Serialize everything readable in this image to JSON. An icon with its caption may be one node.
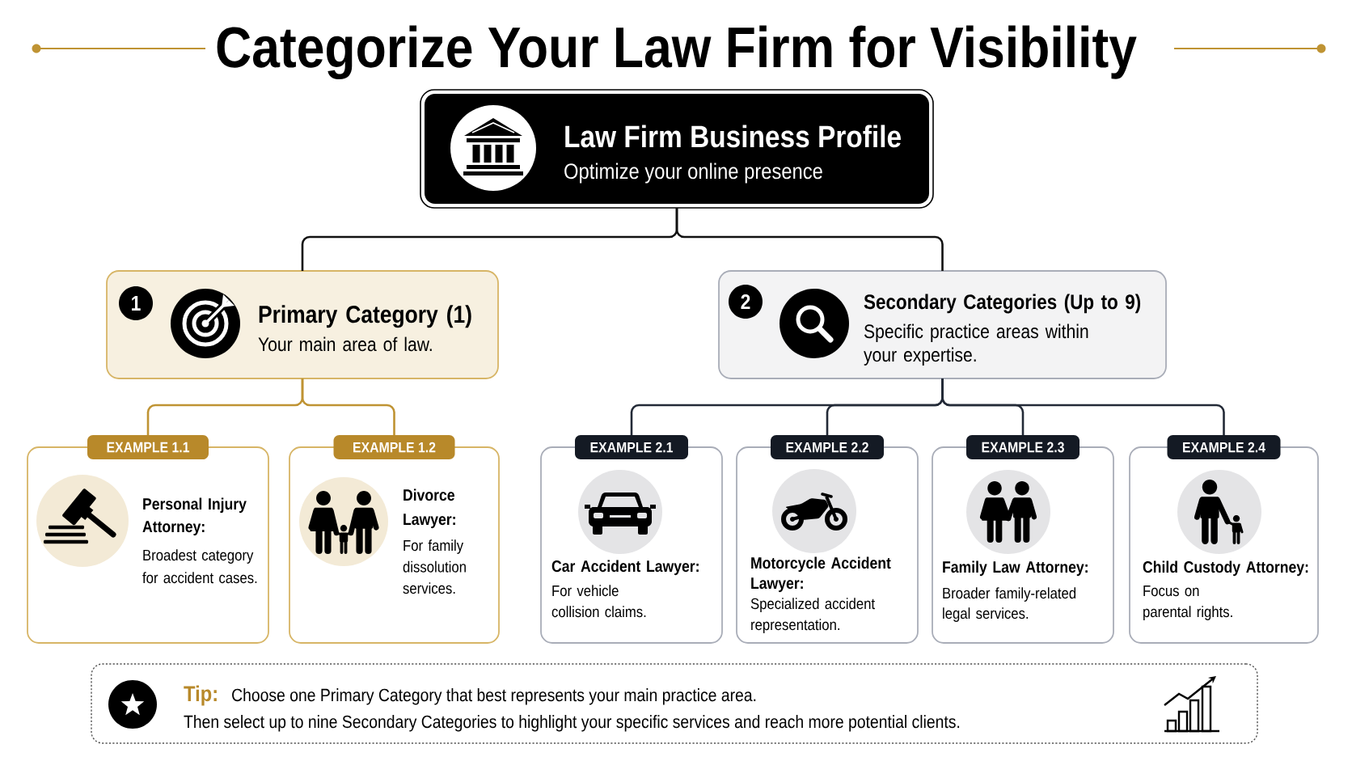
{
  "diagram": {
    "title": "Categorize Your Law Firm for Visibility",
    "nodes": [
      {
        "text": [
          "Law Firm Business Profile",
          "Optimize your online presence"
        ]
      },
      {
        "text": [
          "Primary Category (1)",
          "Your main area of law."
        ]
      },
      {
        "text": [
          "1"
        ],
        "in": 1
      },
      {
        "text": [
          "Secondary Categories (Up to 9)",
          "Specific practice areas within your expertise."
        ]
      },
      {
        "text": [
          "2"
        ],
        "in": 3
      },
      {
        "text": [
          "EXAMPLE 1.1",
          "Personal Injury Attorney:",
          "Broadest category for accident cases."
        ]
      },
      {
        "text": [
          "EXAMPLE 1.2",
          "Divorce Lawyer:",
          "For family dissolution services."
        ]
      },
      {
        "text": [
          "EXAMPLE 2.1",
          "Car Accident Lawyer:",
          "For vehicle collision claims."
        ]
      },
      {
        "text": [
          "EXAMPLE 2.2",
          "Motorcycle Accident Lawyer:",
          "Specialized accident representation."
        ]
      },
      {
        "text": [
          "EXAMPLE 2.3",
          "Family Law Attorney:",
          "Broader family-related legal services."
        ]
      },
      {
        "text": [
          "EXAMPLE 2.4",
          "Child Custody Attorney:",
          "Focus on parental rights."
        ]
      },
      {
        "text": [
          "Tip:",
          "Choose one Primary Category that best represents your main practice area.",
          "Then select up to nine Secondary Categories to highlight your specific services and reach more potential clients."
        ]
      }
    ],
    "edges": [
      {
        "from": 0,
        "to": 1,
        "arrow": "none",
        "color": "#111111"
      },
      {
        "from": 0,
        "to": 3,
        "arrow": "none",
        "color": "#111111"
      },
      {
        "from": 1,
        "to": 5,
        "arrow": "none",
        "color": "#bf9333"
      },
      {
        "from": 1,
        "to": 6,
        "arrow": "none",
        "color": "#bf9333"
      },
      {
        "from": 3,
        "to": 7,
        "arrow": "none"
      },
      {
        "from": 3,
        "to": 8,
        "arrow": "none"
      },
      {
        "from": 3,
        "to": 9,
        "arrow": "none"
      },
      {
        "from": 3,
        "to": 10,
        "arrow": "none"
      }
    ]
  }
}
